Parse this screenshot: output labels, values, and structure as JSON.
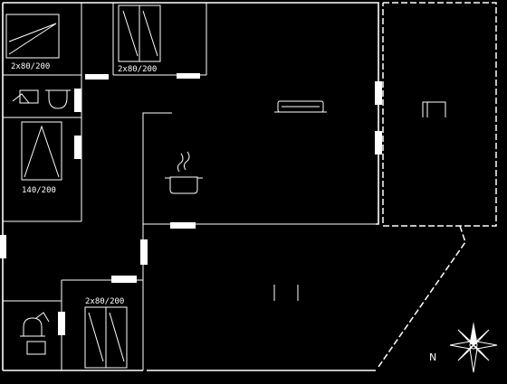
{
  "plan": {
    "labels": {
      "bed_top_left": "2x80/200",
      "bed_top_middle": "2x80/200",
      "bed_left": "140/200",
      "bed_bottom_left": "2x80/200"
    },
    "compass": {
      "north": "N"
    }
  }
}
